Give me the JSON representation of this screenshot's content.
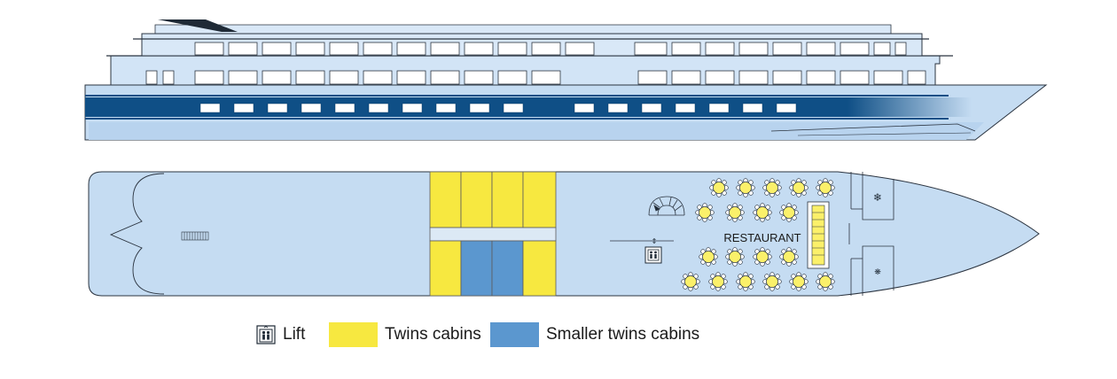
{
  "colors": {
    "hull_fill": "#c5dcf2",
    "hull_light": "#d9e8f7",
    "hull_stroke": "#2b3440",
    "stripe": "#0f4f86",
    "twins": "#f7e840",
    "smaller_twins": "#5b97cf",
    "table": "#fbf06a"
  },
  "deck_plan": {
    "restaurant_label": "RESTAURANT"
  },
  "legend": {
    "lift_icon": "lift-icon",
    "lift_label": "Lift",
    "twins_label": "Twins cabins",
    "smaller_label": "Smaller twins cabins"
  }
}
